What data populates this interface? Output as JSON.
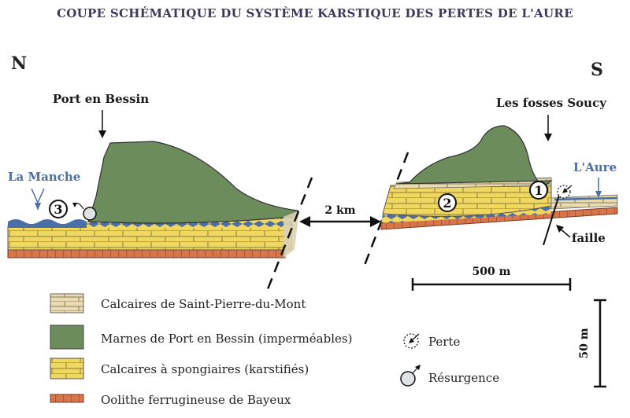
{
  "title": "COUPE SCHÉMATIQUE DU SYSTÈME KARSTIQUE DES PERTES DE L'AURE",
  "directions": {
    "north": "N",
    "south": "S"
  },
  "places": {
    "port": "Port en Bessin",
    "fosses": "Les fosses Soucy",
    "manche": "La Manche",
    "aure": "L'Aure",
    "faille": "faille"
  },
  "distance_label": "2 km",
  "scale": {
    "horizontal": "500 m",
    "vertical": "50 m"
  },
  "markers": {
    "m1": "1",
    "m2": "2",
    "m3": "3"
  },
  "legend": {
    "layers": [
      {
        "label": "Calcaires de Saint-Pierre-du-Mont",
        "color": "#e8dcb0"
      },
      {
        "label": "Marnes de Port en Bessin (imperméables)",
        "color": "#6d8c5c"
      },
      {
        "label": "Calcaires à spongiaires (karstifiés)",
        "color": "#f0d860"
      },
      {
        "label": "Oolithe ferrugineuse de Bayeux",
        "color": "#d9754a"
      }
    ],
    "symbols": [
      {
        "label": "Perte"
      },
      {
        "label": "Résurgence"
      }
    ]
  },
  "colors": {
    "marl": "#6d8c5c",
    "limestone": "#f0d860",
    "saintpierre": "#e8dcb0",
    "oolithe": "#d9754a",
    "water": "#4a6fa8"
  }
}
